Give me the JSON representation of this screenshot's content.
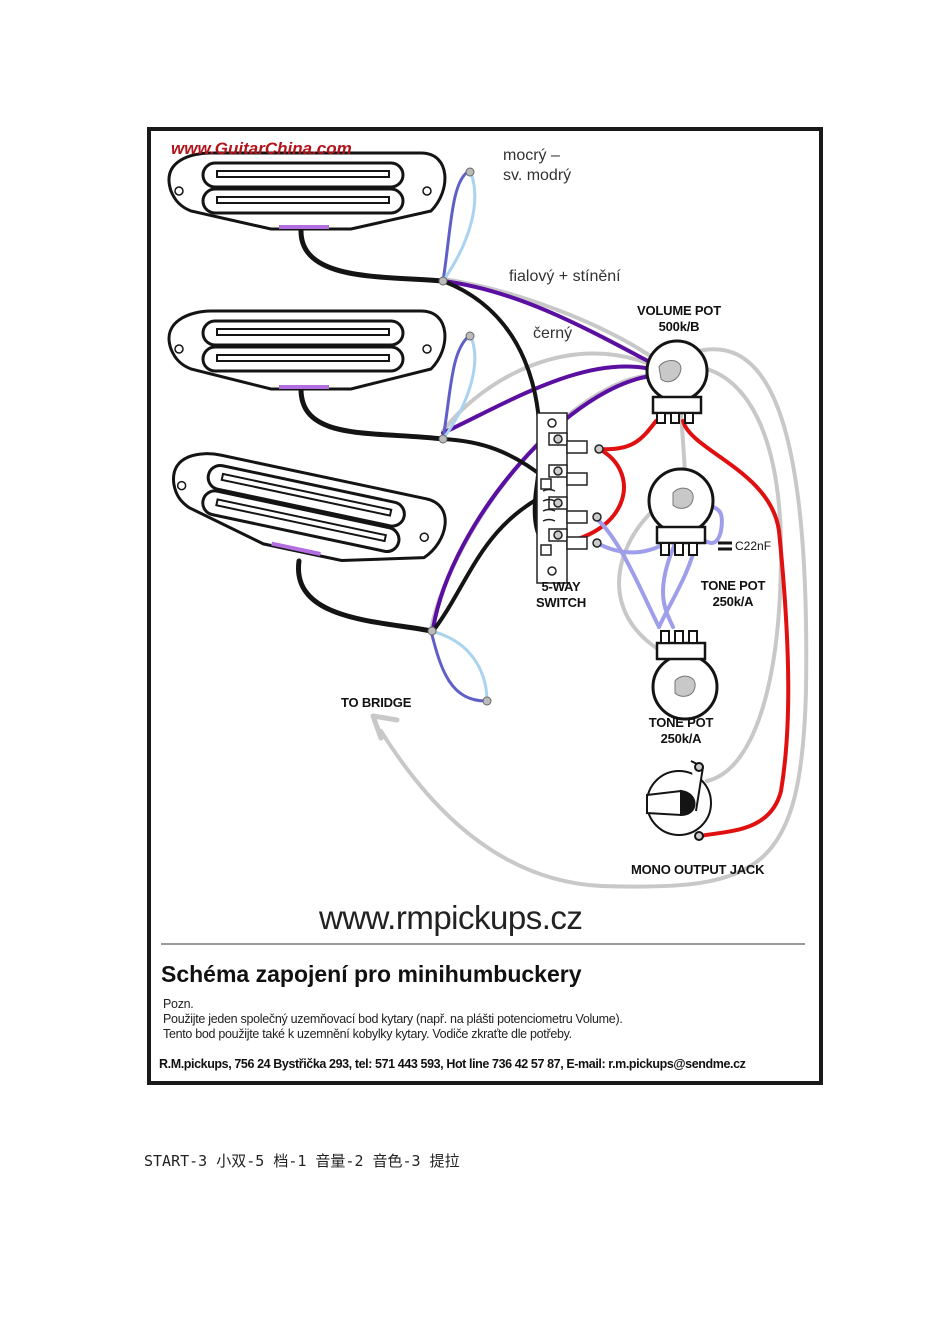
{
  "diagram": {
    "brand_watermark": "www.GuitarChina.com",
    "wire_labels": {
      "hot_pair": "mocrý –",
      "hot_pair_2": "sv. modrý",
      "shield": "fialový + stínění",
      "black": "černý"
    },
    "components": {
      "volume_pot": {
        "name": "VOLUME POT",
        "value": "500k/B"
      },
      "tone_pot_1": {
        "name": "TONE POT",
        "value": "250k/A"
      },
      "tone_pot_2": {
        "name": "TONE POT",
        "value": "250k/A"
      },
      "capacitor": "C22nF",
      "switch": {
        "line1": "5-WAY",
        "line2": "SWITCH"
      },
      "jack": "MONO OUTPUT JACK",
      "bridge": "TO BRIDGE"
    },
    "website": "www.rmpickups.cz",
    "title": "Schéma zapojení pro minihumbuckery",
    "notes": [
      "Pozn.",
      "Použijte jeden společný uzemňovací bod kytary (např. na plášti potenciometru Volume).",
      "Tento bod použijte také k uzemnění kobylky kytary. Vodiče zkraťte dle potřeby."
    ],
    "contact": "R.M.pickups, 756 24 Bystřička 293, tel: 571 443 593, Hot line 736 42 57 87, E-mail: r.m.pickups@sendme.cz",
    "colors": {
      "purple": "#5b0fa0",
      "red": "#e01010",
      "gray": "#c8c8c8",
      "light_blue": "#a9d3ee",
      "blue": "#5f5fc8",
      "lavender": "#9e9eea",
      "black": "#141414",
      "brand_red": "#b3141b"
    }
  },
  "caption": "START-3 小双-5 档-1 音量-2 音色-3 提拉"
}
